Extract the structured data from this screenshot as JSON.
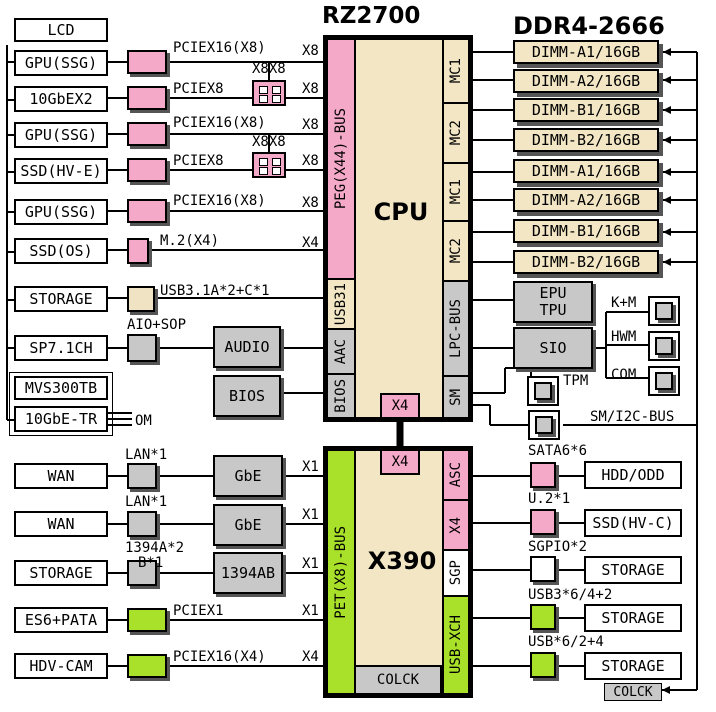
{
  "cpu": {
    "title": "RZ2700",
    "label": "CPU",
    "peg_bus": "PEG(X44)-BUS",
    "usb31": "USB31",
    "aac": "AAC",
    "bios": "BIOS",
    "mc1a": "MC1",
    "mc2a": "MC2",
    "mc1b": "MC1",
    "mc2b": "MC2",
    "lpc": "LPC-BUS",
    "sm": "SM",
    "x4": "X4"
  },
  "chipset": {
    "label": "X390",
    "pet_bus": "PET(X8)-BUS",
    "x4": "X4",
    "asc": "ASC",
    "x4b": "X4",
    "sgp": "SGP",
    "usb_xch": "USB-XCH",
    "colck": "COLCK"
  },
  "memory": {
    "title": "DDR4-2666",
    "dimms": [
      "DIMM-A1/16GB",
      "DIMM-A2/16GB",
      "DIMM-B1/16GB",
      "DIMM-B2/16GB",
      "DIMM-A1/16GB",
      "DIMM-A2/16GB",
      "DIMM-B1/16GB",
      "DIMM-B2/16GB"
    ]
  },
  "left_devices": [
    "LCD",
    "GPU(SSG)",
    "10GbEX2",
    "GPU(SSG)",
    "SSD(HV-E)",
    "GPU(SSG)",
    "SSD(OS)",
    "STORAGE",
    "SP7.1CH",
    "MVS300TB",
    "10GbE-TR"
  ],
  "left_bottom_devices": [
    "WAN",
    "WAN",
    "STORAGE",
    "ES6+PATA",
    "HDV-CAM"
  ],
  "link_labels": {
    "pcie16a": "PCIEX16(X8)",
    "pcie8a": "PCIEX8",
    "x8x8a": "X8X8",
    "pcie16b": "PCIEX16(X8)",
    "x8x8b": "X8X8",
    "pcie8b": "PCIEX8",
    "pcie16c": "PCIEX16(X8)",
    "m2": "M.2(X4)",
    "usb31a": "USB3.1A*2+C*1",
    "aio": "AIO+SOP",
    "om": "OM",
    "x8_1": "X8",
    "x8_2": "X8",
    "x8_3": "X8",
    "x8_4": "X8",
    "x8_5": "X8",
    "x4_1": "X4",
    "lan1": "LAN*1",
    "lan2": "LAN*1",
    "ieee1": "1394A*2",
    "ieee2": "B*1",
    "pciex1": "PCIEX1",
    "pcie16x4": "PCIEX16(X4)",
    "x1_1": "X1",
    "x1_2": "X1",
    "x1_3": "X1",
    "x1_4": "X1",
    "x4_2": "X4"
  },
  "middle_boxes": {
    "audio": "AUDIO",
    "bios": "BIOS",
    "gbe1": "GbE",
    "gbe2": "GbE",
    "ieee": "1394AB"
  },
  "right_boxes": {
    "epu": "EPU",
    "tpu": "TPU",
    "sio": "SIO",
    "km": "K+M",
    "hwm": "HWM",
    "com": "COM",
    "tpm": "TPM",
    "smbus": "SM/I2C-BUS"
  },
  "right_bottom": {
    "sata": "SATA6*6",
    "u2": "U.2*1",
    "sgpio": "SGPIO*2",
    "usb3": "USB3*6/4+2",
    "usb": "USB*6/2+4",
    "hdd": "HDD/ODD",
    "ssd": "SSD(HV-C)",
    "st1": "STORAGE",
    "st2": "STORAGE",
    "st3": "STORAGE",
    "colck": "COLCK"
  },
  "colors": {
    "pink": "#f5a9c8",
    "green": "#a8e02a",
    "tan": "#f2e6c4",
    "cream": "#efe3c3",
    "gray": "#c8c8c8"
  }
}
